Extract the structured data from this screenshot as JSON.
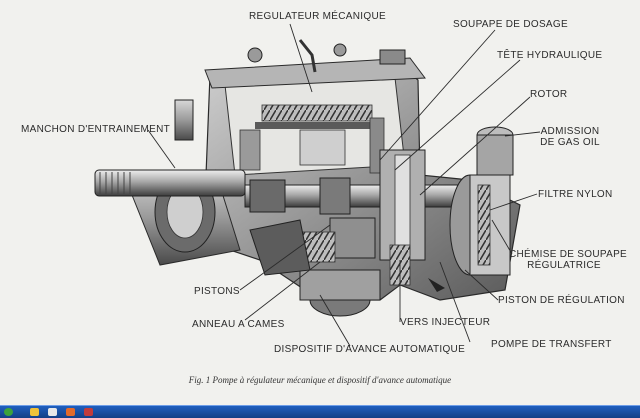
{
  "labels": {
    "regulateur_mecanique": "REGULATEUR MÉCANIQUE",
    "soupape_de_dosage": "SOUPAPE DE DOSAGE",
    "tete_hydraulique": "TÊTE HYDRAULIQUE",
    "rotor": "ROTOR",
    "admission_line1": "ADMISSION",
    "admission_line2": "DE GAS OIL",
    "manchon": "MANCHON D'ENTRAINEMENT",
    "filtre_nylon": "FILTRE NYLON",
    "chemise_line1": "CHÉMISE DE SOUPAPE",
    "chemise_line2": "RÉGULATRICE",
    "pistons": "PISTONS",
    "piston_regulation": "PISTON DE RÉGULATION",
    "anneau": "ANNEAU A CAMES",
    "vers_injecteur": "VERS INJECTEUR",
    "pompe_transfert": "POMPE DE TRANSFERT",
    "dispositif": "DISPOSITIF D'AVANCE AUTOMATIQUE"
  },
  "caption": "Fig. 1 Pompe à régulateur mécanique et dispositif d'avance automatique",
  "colors": {
    "paper": "#f1f1ee",
    "ink": "#2b2b2b",
    "metal_dark": "#3a3a3a",
    "metal_mid": "#8a8a8a",
    "metal_light": "#c9c9c9",
    "taskbar": "#1f5fbf"
  },
  "taskbar_icons": [
    "start-orb-icon",
    "explorer-icon",
    "browser-icon",
    "media-icon",
    "app-icon"
  ]
}
